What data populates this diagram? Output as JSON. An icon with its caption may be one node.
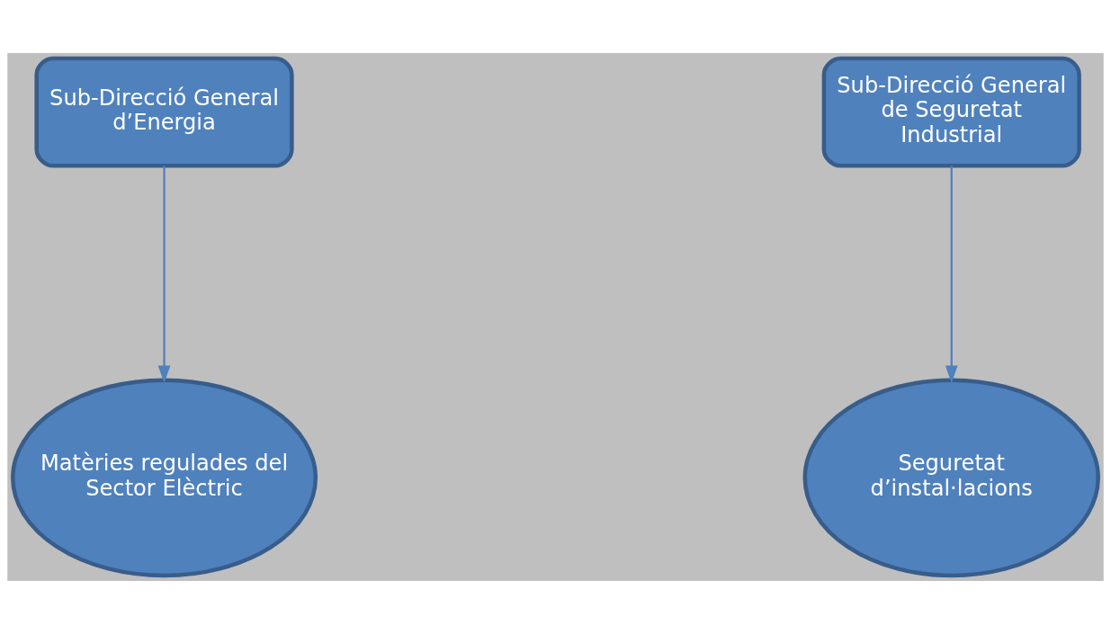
{
  "diagram": {
    "nodes": [
      {
        "text": [
          "Sub-Direcció General d’Energia"
        ]
      },
      {
        "text": [
          "Sub-Direcció General de Seguretat Industrial"
        ]
      },
      {
        "text": [
          "Matèries regulades del Sector Elèctric"
        ]
      },
      {
        "text": [
          "Seguretat d’instal·lacions"
        ]
      }
    ],
    "edges": [
      {
        "from": 0,
        "to": 2,
        "arrow": "to"
      },
      {
        "from": 1,
        "to": 3,
        "arrow": "to"
      }
    ]
  }
}
